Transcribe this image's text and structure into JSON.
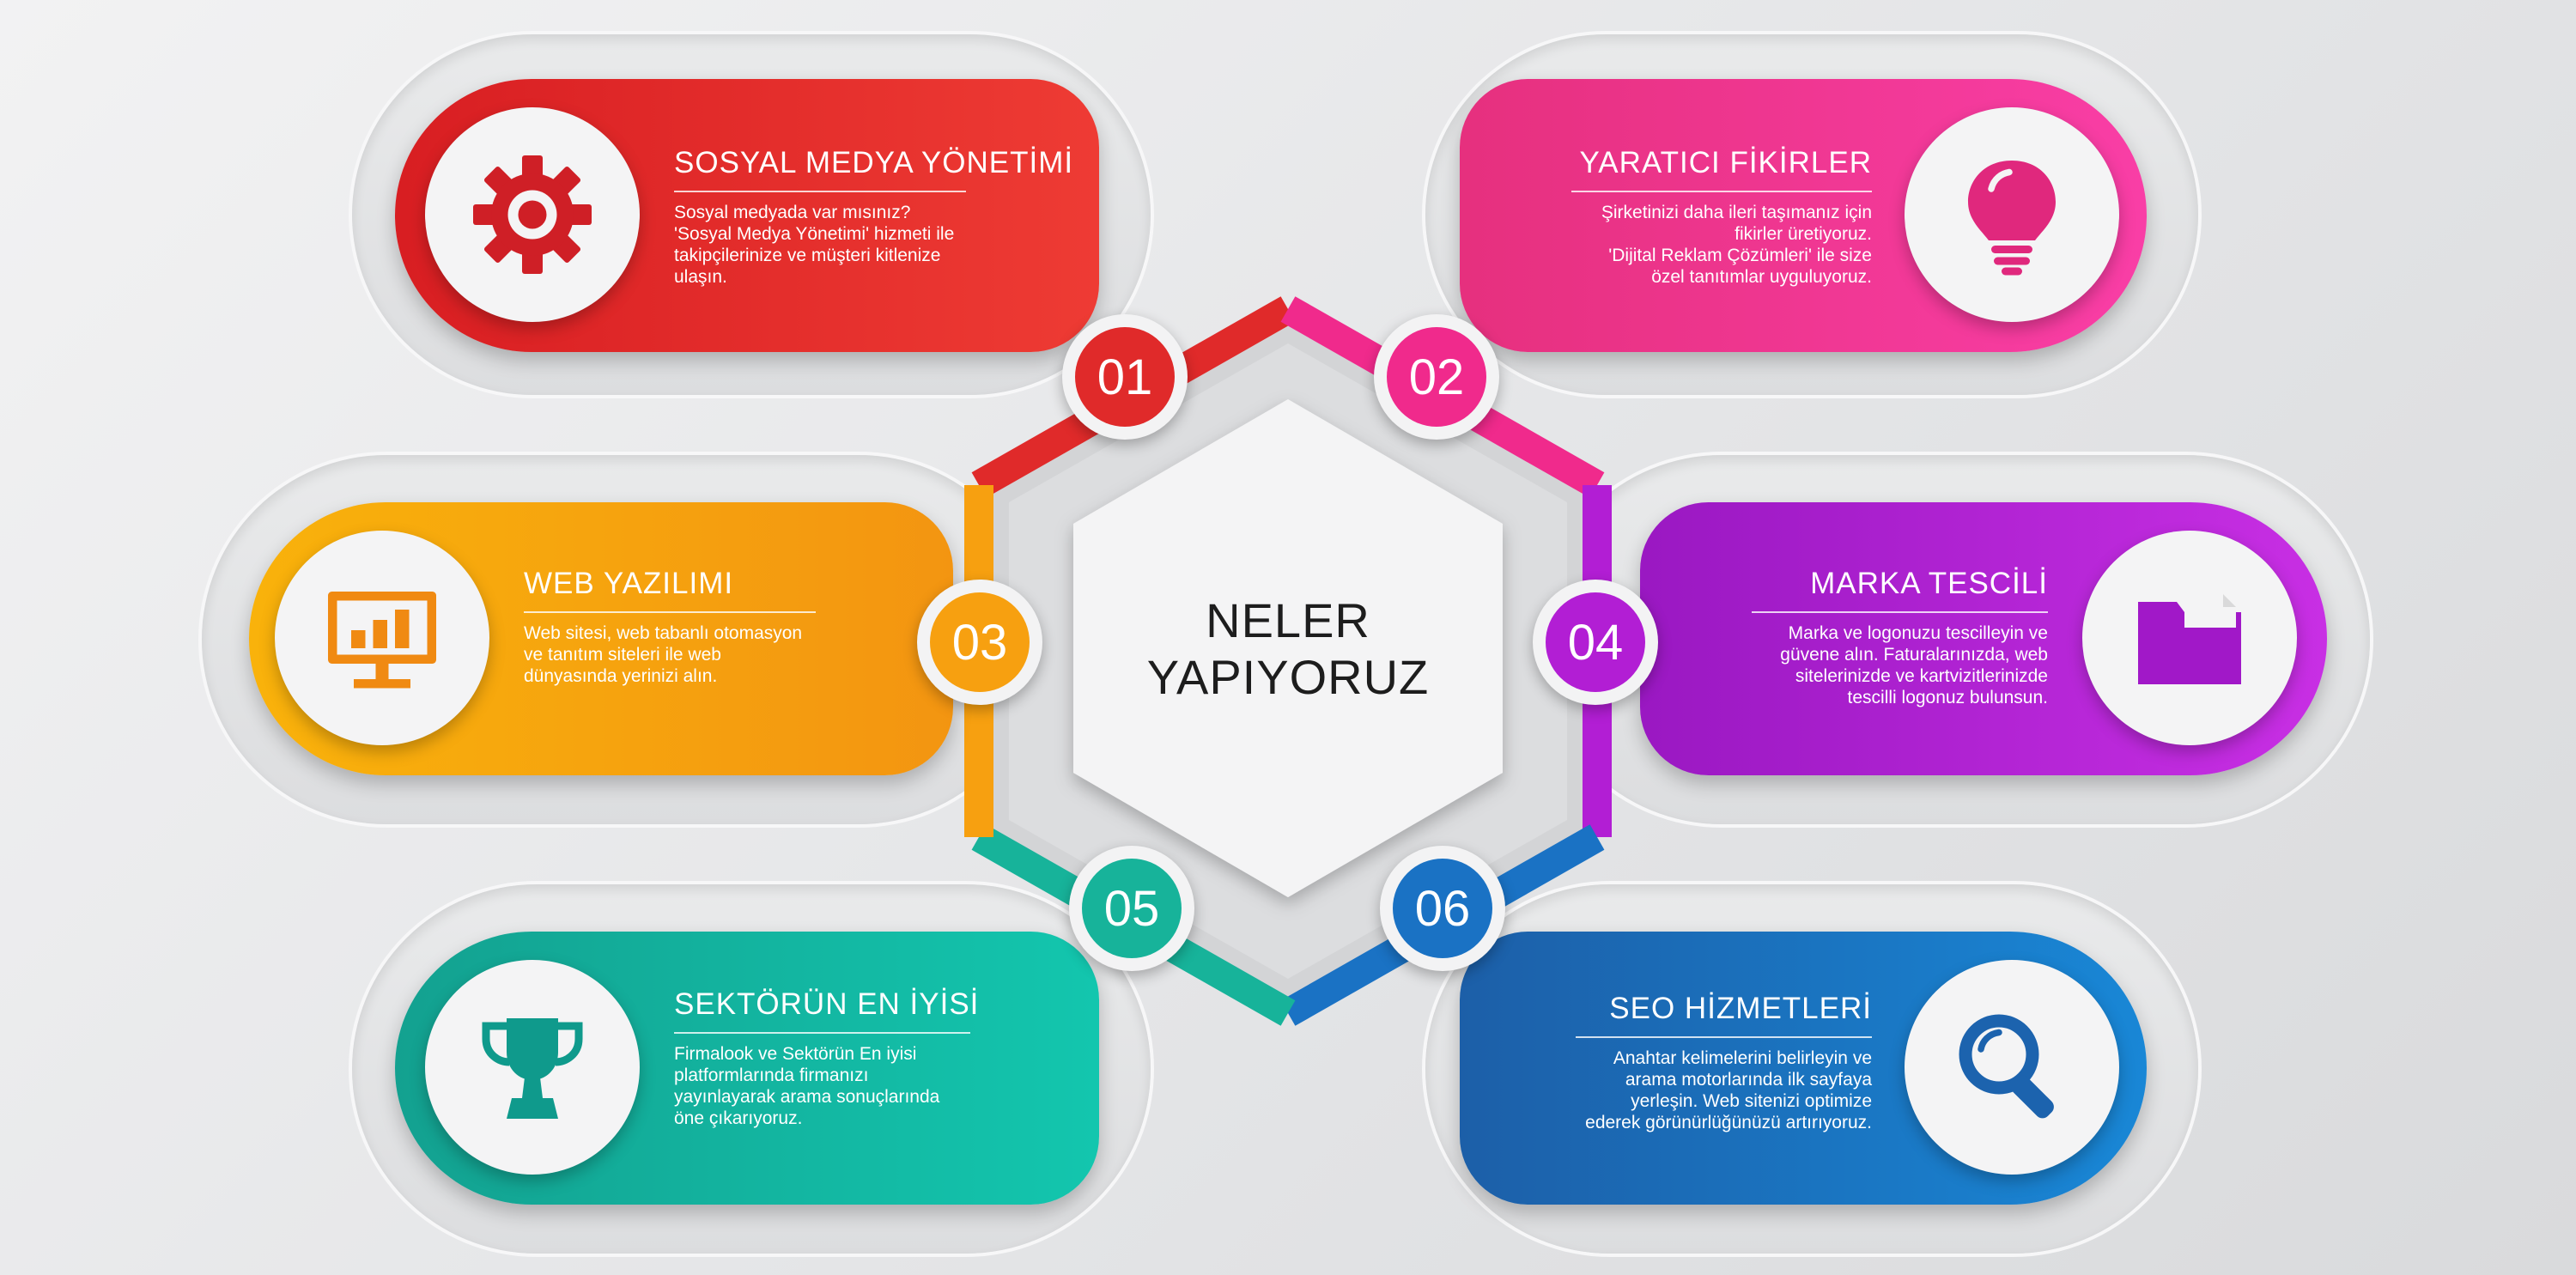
{
  "center": {
    "line1": "NELER",
    "line2": "YAPIYORUZ"
  },
  "items": [
    {
      "num": "01",
      "title": "SOSYAL MEDYA YÖNETİMİ",
      "icon": "gear-icon",
      "color": "#e02a2a",
      "desc": [
        "Sosyal medyada var mısınız?",
        "'Sosyal Medya Yönetimi' hizmeti ile",
        "takipçilerinize ve müşteri kitlenize",
        "ulaşın."
      ]
    },
    {
      "num": "02",
      "title": "YARATICI FİKİRLER",
      "icon": "lightbulb-icon",
      "color": "#f02a8c",
      "desc": [
        "Şirketinizi daha ileri taşımanız için",
        "fikirler üretiyoruz.",
        "'Dijital Reklam Çözümleri' ile size",
        "özel tanıtımlar uyguluyoruz."
      ]
    },
    {
      "num": "03",
      "title": "WEB YAZILIMI",
      "icon": "monitor-chart-icon",
      "color": "#f7a010",
      "desc": [
        "Web sitesi, web tabanlı  otomasyon",
        "ve tanıtım siteleri ile web",
        "dünyasında yerinizi alın."
      ]
    },
    {
      "num": "04",
      "title": "MARKA TESCİLİ",
      "icon": "folder-icon",
      "color": "#b21ed4",
      "desc": [
        "Marka ve logonuzu tescilleyin ve",
        "güvene alın. Faturalarınızda, web",
        "sitelerinizde ve kartvizitlerinizde",
        "tescilli logonuz bulunsun."
      ]
    },
    {
      "num": "05",
      "title": "SEKTÖRÜN EN İYİSİ",
      "icon": "trophy-icon",
      "color": "#17b39a",
      "desc": [
        "Firmalook ve Sektörün En iyisi",
        "platformlarında firmanızı",
        "yayınlayarak arama sonuçlarında",
        "öne çıkarıyoruz."
      ]
    },
    {
      "num": "06",
      "title": "SEO HİZMETLERİ",
      "icon": "magnifier-icon",
      "color": "#1a72c4",
      "desc": [
        "Anahtar kelimelerini belirleyin ve",
        "arama motorlarında ilk sayfaya",
        "yerleşin.  Web sitenizi optimize",
        "ederek görünürlüğünüzü artırıyoruz."
      ]
    }
  ]
}
